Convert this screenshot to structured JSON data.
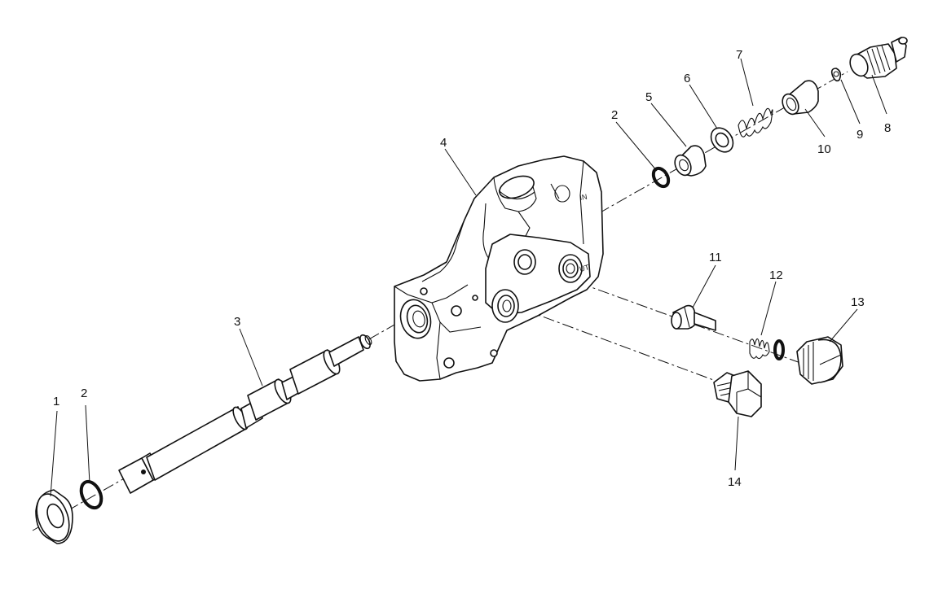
{
  "callouts": {
    "c1": "1",
    "c2a": "2",
    "c3": "3",
    "c4": "4",
    "c2b": "2",
    "c5": "5",
    "c6": "6",
    "c7": "7",
    "c8": "8",
    "c9": "9",
    "c10": "10",
    "c11": "11",
    "c12": "12",
    "c13": "13",
    "c14": "14"
  },
  "housing_marks": {
    "in": "IN",
    "out": "UT"
  }
}
